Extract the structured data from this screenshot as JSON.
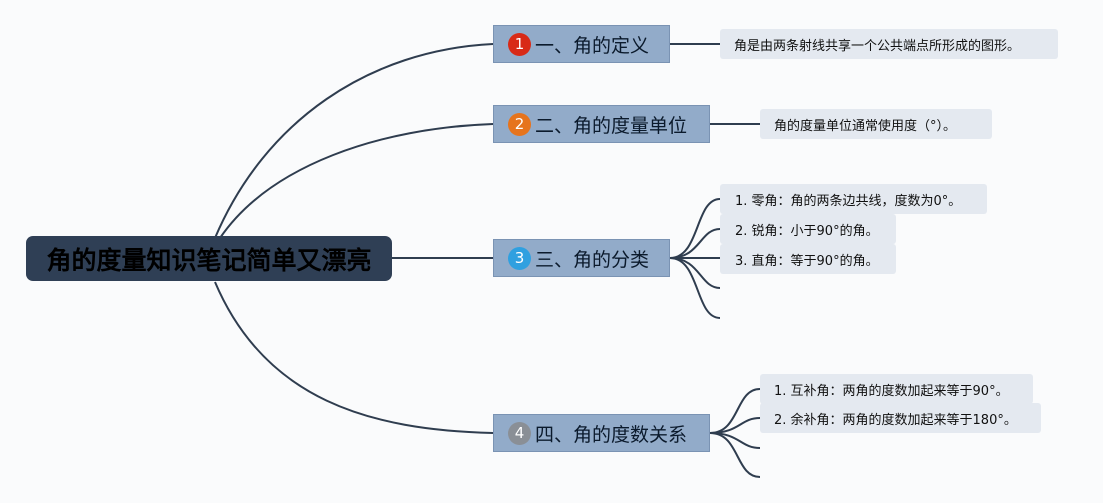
{
  "root": {
    "label": "角的度量知识笔记简单又漂亮"
  },
  "branches": [
    {
      "number": "1",
      "label": "一、角的定义",
      "badge_color": "#d82a17",
      "items": [
        "角是由两条射线共享一个公共端点所形成的图形。"
      ]
    },
    {
      "number": "2",
      "label": "二、角的度量单位",
      "badge_color": "#e6741d",
      "items": [
        "角的度量单位通常使用度（°）。"
      ]
    },
    {
      "number": "3",
      "label": "三、角的分类",
      "badge_color": "#2fa0e0",
      "items": [
        "1. 零角：角的两条边共线，度数为0°。",
        "2. 锐角：小于90°的角。",
        "3. 直角：等于90°的角。"
      ]
    },
    {
      "number": "4",
      "label": "四、角的度数关系",
      "badge_color": "#8a8f96",
      "items": [
        "1. 互补角：两角的度数加起来等于90°。",
        "2. 余补角：两角的度数加起来等于180°。"
      ]
    }
  ],
  "colors": {
    "root_bg": "#2f3f55",
    "branch_bg": "#92abc9",
    "leaf_bg": "#e4e9f0",
    "line": "#2f3d4f"
  }
}
